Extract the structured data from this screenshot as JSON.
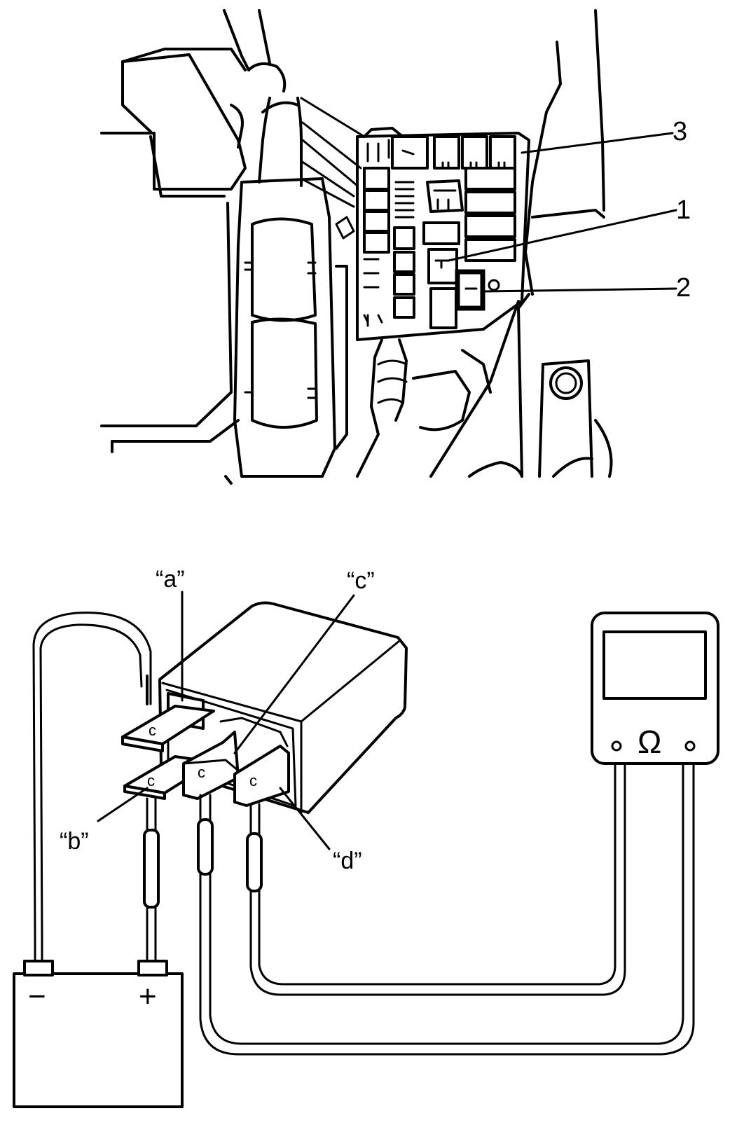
{
  "callouts": {
    "fuse_box_numbers": [
      "3",
      "1",
      "2"
    ]
  },
  "terminal_labels": {
    "a": "“a”",
    "b": "“b”",
    "c": "“c”",
    "d": "“d”"
  },
  "battery": {
    "negative_symbol": "−",
    "positive_symbol": "+"
  },
  "ohmmeter": {
    "unit_symbol": "Ω"
  },
  "terminal_stamp": "c",
  "colors": {
    "line": "#000000",
    "background": "#ffffff"
  }
}
